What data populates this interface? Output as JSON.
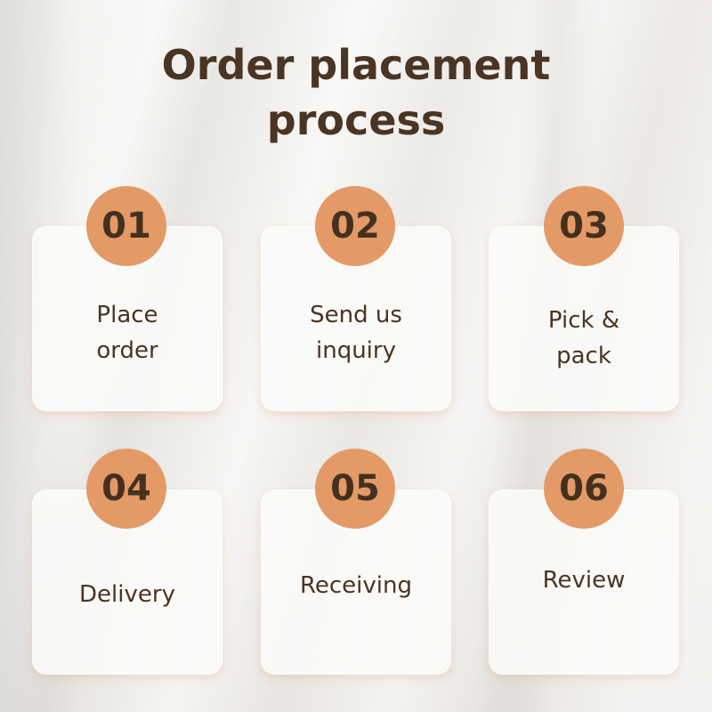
{
  "title": "Order placement\nprocess",
  "steps": [
    {
      "number": "01",
      "label": "Place\norder"
    },
    {
      "number": "02",
      "label": "Send us\ninquiry"
    },
    {
      "number": "03",
      "label": "Pick &\npack"
    },
    {
      "number": "04",
      "label": "Delivery"
    },
    {
      "number": "05",
      "label": "Receiving"
    },
    {
      "number": "06",
      "label": "Review"
    }
  ],
  "colors": {
    "badge": "#e39a66",
    "text": "#4a3423"
  }
}
